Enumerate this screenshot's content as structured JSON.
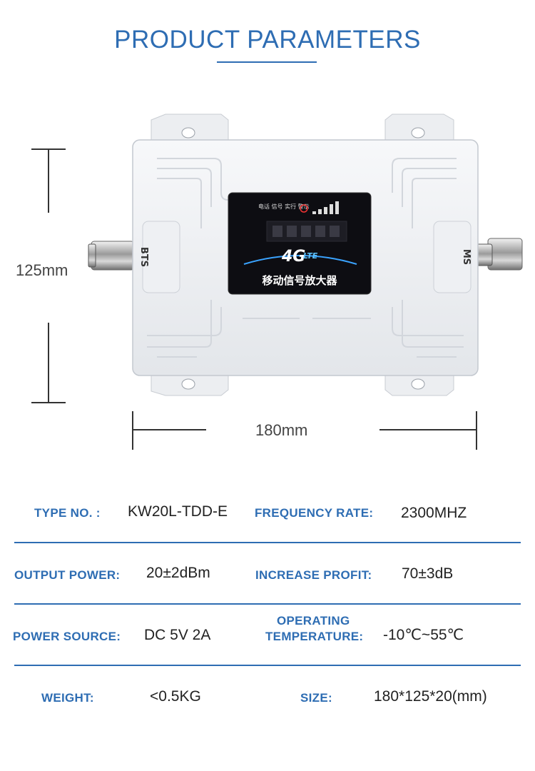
{
  "header": {
    "title": "PRODUCT PARAMETERS"
  },
  "dimensions": {
    "height_label": "125mm",
    "width_label": "180mm"
  },
  "device": {
    "left_port_label": "BTS",
    "right_port_label": "MS",
    "display_top_text": "电话 信号 实行 警示",
    "badge_main": "4G",
    "badge_sub": "LTE",
    "display_caption": "移动信号放大器"
  },
  "specs": {
    "type_no": {
      "label": "TYPE NO. :",
      "value": "KW20L-TDD-E"
    },
    "frequency_rate": {
      "label": "FREQUENCY RATE:",
      "value": "2300MHZ"
    },
    "output_power": {
      "label": "OUTPUT POWER:",
      "value": "20±2dBm"
    },
    "increase_profit": {
      "label": "INCREASE PROFIT:",
      "value": "70±3dB"
    },
    "power_source": {
      "label": "POWER SOURCE:",
      "value": "DC 5V 2A"
    },
    "operating_temperature": {
      "label_line1": "OPERATING",
      "label_line2": "TEMPERATURE:",
      "value": "-10℃~55℃"
    },
    "weight": {
      "label": "WEIGHT:",
      "value": "<0.5KG"
    },
    "size": {
      "label": "SIZE:",
      "value": "180*125*20(mm)"
    }
  },
  "colors": {
    "accent": "#2e6db3",
    "text": "#222222"
  }
}
